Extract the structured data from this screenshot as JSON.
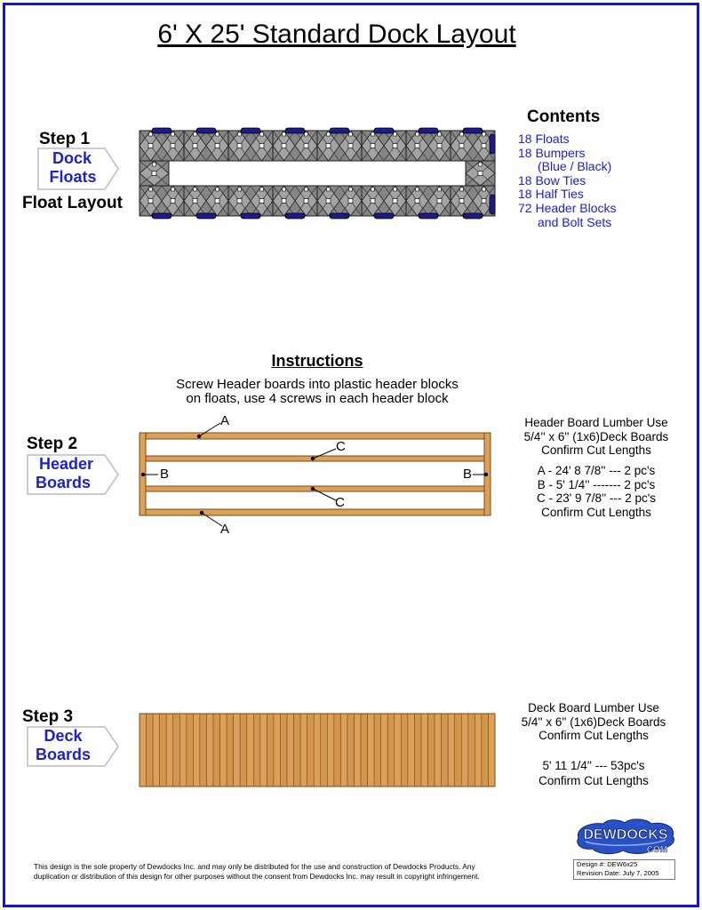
{
  "title": "6' X 25' Standard Dock Layout",
  "colors": {
    "frame": "#1414d4",
    "accent_text": "#1f22c8",
    "float": "#858585",
    "float_rib": "#a3a3a3",
    "bumper": "#1b1b8a",
    "wood": "#dba15a",
    "wood_alt": "#d4964f",
    "wood_edge": "#7a4c16"
  },
  "step1": {
    "step": "Step 1",
    "arrow_line1": "Dock",
    "arrow_line2": "Floats",
    "caption": "Float Layout"
  },
  "contents": {
    "heading": "Contents",
    "items": [
      "18 Floats",
      "18 Bumpers",
      "(Blue / Black)",
      "18 Bow Ties",
      "18 Half Ties",
      "72 Header Blocks",
      "and Bolt Sets"
    ]
  },
  "instructions": {
    "heading": "Instructions",
    "lines": [
      "Screw Header boards into plastic header blocks",
      "on floats, use 4 screws in each header block"
    ]
  },
  "step2": {
    "step": "Step 2",
    "arrow_line1": "Header",
    "arrow_line2": "Boards",
    "labels": {
      "a_top": "A",
      "c_upper": "C",
      "b_left": "B",
      "b_right": "B",
      "c_lower": "C",
      "a_bottom": "A"
    }
  },
  "header_spec": {
    "lines": [
      "Header Board Lumber Use",
      "5/4'' x 6'' (1x6)Deck Boards",
      "Confirm Cut Lengths"
    ],
    "cuts": [
      "A - 24' 8 7/8'' --- 2 pc's",
      "B - 5' 1/4'' ------- 2 pc's",
      "C - 23' 9 7/8'' --- 2 pc's",
      "Confirm Cut Lengths"
    ]
  },
  "step3": {
    "step": "Step 3",
    "arrow_line1": "Deck",
    "arrow_line2": "Boards"
  },
  "deck_spec": {
    "lines": [
      "Deck Board Lumber Use",
      "5/4'' x 6'' (1x6)Deck Boards",
      "Confirm Cut Lengths"
    ],
    "cuts": [
      "5' 11 1/4'' --- 53pc's",
      "Confirm Cut Lengths"
    ]
  },
  "footer": {
    "lines": [
      "This design is the sole property of Dewdocks Inc. and may only be distributed for the use and construction of Dewdocks Products. Any",
      "duplication or distribution of this design for other purposes without the consent from Dewdocks Inc. may result in copyright infringement."
    ]
  },
  "logo": {
    "name": "DEWDOCKS",
    "suffix": ".COM"
  },
  "design_box": {
    "design": "Design #: DEW6x25",
    "revision": "Revision Date: July 7, 2005"
  }
}
